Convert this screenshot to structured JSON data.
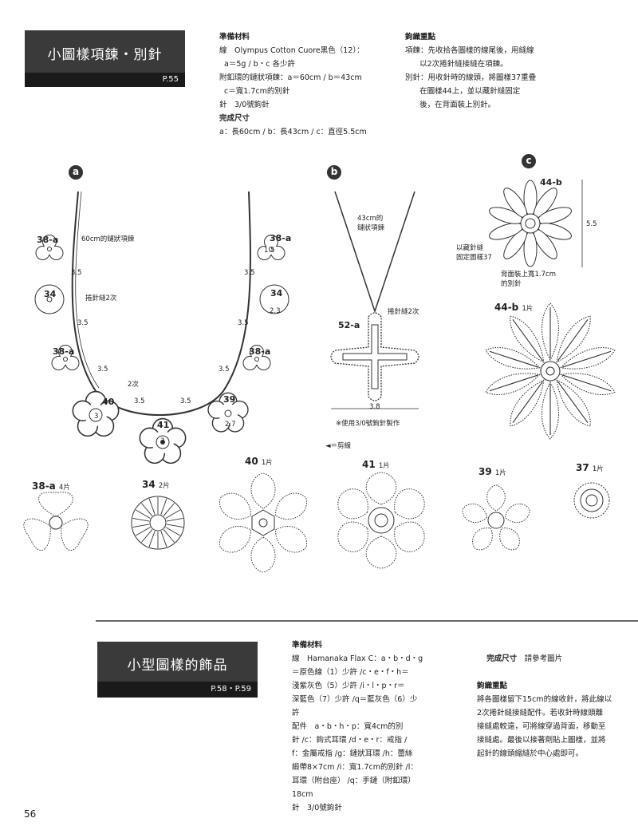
{
  "section1": {
    "title": "小圖樣項鍊・別針",
    "page_ref": "P.55",
    "materials_heading": "準備材料",
    "materials_lines": [
      "線　Olympus Cotton Cuore黑色（12）：",
      "  a＝5g / b・c 各少許",
      "附釦環的鏈狀項鍊：a＝60cm / b＝43cm",
      "  c＝寬1.7cm的別針",
      "針　3/0號鉤針"
    ],
    "size_heading": "完成尺寸",
    "size_line": "a：長60cm / b：長43cm / c：直徑5.5cm",
    "points_heading": "鉤織重點",
    "points_lines": [
      "項鍊：先收拾各圖樣的線尾後，用縫線",
      "      以2次捲針縫接縫在項鍊。",
      "別針：用收針時的線頭，將圖樣37重疊",
      "      在圖樣44上，並以藏針縫固定",
      "      後，在背面裝上別針。"
    ]
  },
  "diagram": {
    "circle_a": "a",
    "circle_b": "b",
    "circle_c": "c",
    "a_labels": {
      "chain": "60cm的鏈狀項鍊",
      "whip": "捲針縫2次",
      "twice": "2次",
      "m38a": "38-a",
      "m34": "34",
      "m40": "40",
      "m41": "41",
      "m39": "39",
      "d35": "3.5",
      "d15": "1.5",
      "d23": "2.3",
      "d27": "2.7",
      "d3": "3"
    },
    "b_labels": {
      "chain": "43cm的\n鏈狀項鍊",
      "whip": "捲針縫2次",
      "motif": "52-a",
      "width": "3.8",
      "note": "※使用3/0號鉤針製作"
    },
    "c_labels": {
      "motif": "44-b",
      "height": "5.5",
      "fix": "以藏針縫\n固定圖樣37",
      "pin": "背面裝上寬1.7cm\n的別針"
    },
    "cut_legend": "＝剪線",
    "charts": [
      {
        "id": "44-b",
        "count": "1片"
      },
      {
        "id": "38-a",
        "count": "4片"
      },
      {
        "id": "34",
        "count": "2片"
      },
      {
        "id": "40",
        "count": "1片"
      },
      {
        "id": "41",
        "count": "1片"
      },
      {
        "id": "39",
        "count": "1片"
      },
      {
        "id": "37",
        "count": "1片"
      }
    ]
  },
  "section2": {
    "title": "小型圖樣的飾品",
    "page_ref": "P.58・P.59",
    "materials_heading": "準備材料",
    "materials_lines": [
      "線　Hamanaka Flax C：a・b・d・g",
      "＝原色線（1）少許 /c・e・f・h＝",
      "淺紫灰色（5）少許 /i・l・p・r＝",
      "深藍色（7）少許 /q＝藍灰色（6）少",
      "許",
      "配件　a・b・h・p：寬4cm的別",
      "針 /c：鉤式耳環 /d・e・r：戒指 /",
      "f：金屬戒指 /g：鏈狀耳環 /h：蕾絲",
      "緞帶8×7cm /i：寬1.7cm的別針 /l：",
      "耳環（附台座） /q：手鏈（附釦環）",
      "18cm",
      "針　3/0號鉤針"
    ],
    "size_heading": "完成尺寸",
    "size_value": "請參考圖片",
    "points_heading": "鉤織重點",
    "points_lines": [
      "將各圖樣留下15cm的線收針，將此線以",
      "2次捲針縫接縫配件。若收針時線頭離",
      "接縫處較遠，可將線穿過背面，移動至",
      "接縫處。最後以接著劑貼上圖樣，並將",
      "起針的線頭縮縫於中心處即可。"
    ]
  },
  "page_number": "56"
}
